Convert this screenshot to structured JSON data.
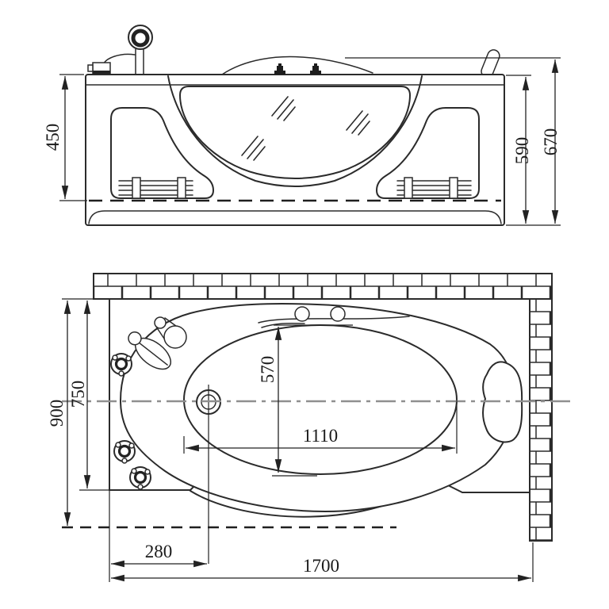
{
  "front_view": {
    "panel_height": "450",
    "rim_height": "590",
    "overall_height": "670"
  },
  "plan_view": {
    "overall_width": "900",
    "deck_width": "750",
    "basin_width": "570",
    "basin_length": "1110",
    "drain_offset": "280",
    "overall_length": "1700"
  }
}
